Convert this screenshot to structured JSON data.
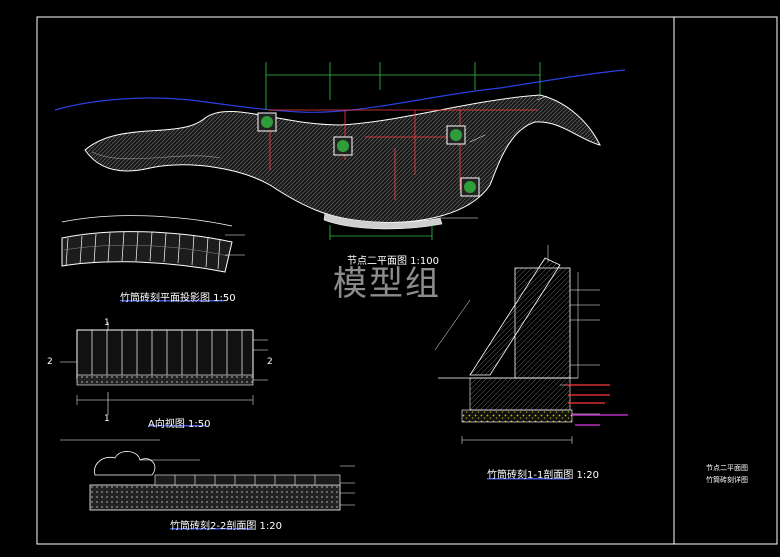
{
  "watermark": "模型组",
  "titles": {
    "plan": "节点二平面图 1:100",
    "projection": "竹筒砖刻平面投影图 1:50",
    "elevation": "A向视图   1:50",
    "section22": "竹筒砖刻2-2剖面图 1:20",
    "section11": "竹筒砖刻1-1剖面图 1:20"
  },
  "title_block": [
    "节点二平面图",
    "竹筒砖刻详图"
  ],
  "markers": {
    "cut1": "1",
    "cut2": "2"
  },
  "colors": {
    "background": "#000000",
    "frame": "#ffffff",
    "dimension": "#ff3b3b",
    "green_dim": "#31c24c",
    "blue_line": "#2a3fe0",
    "hatch": "#8a8a8a",
    "gravel": "#c8c800",
    "magenta": "#e033e0",
    "note_red": "#ff3b3b"
  }
}
